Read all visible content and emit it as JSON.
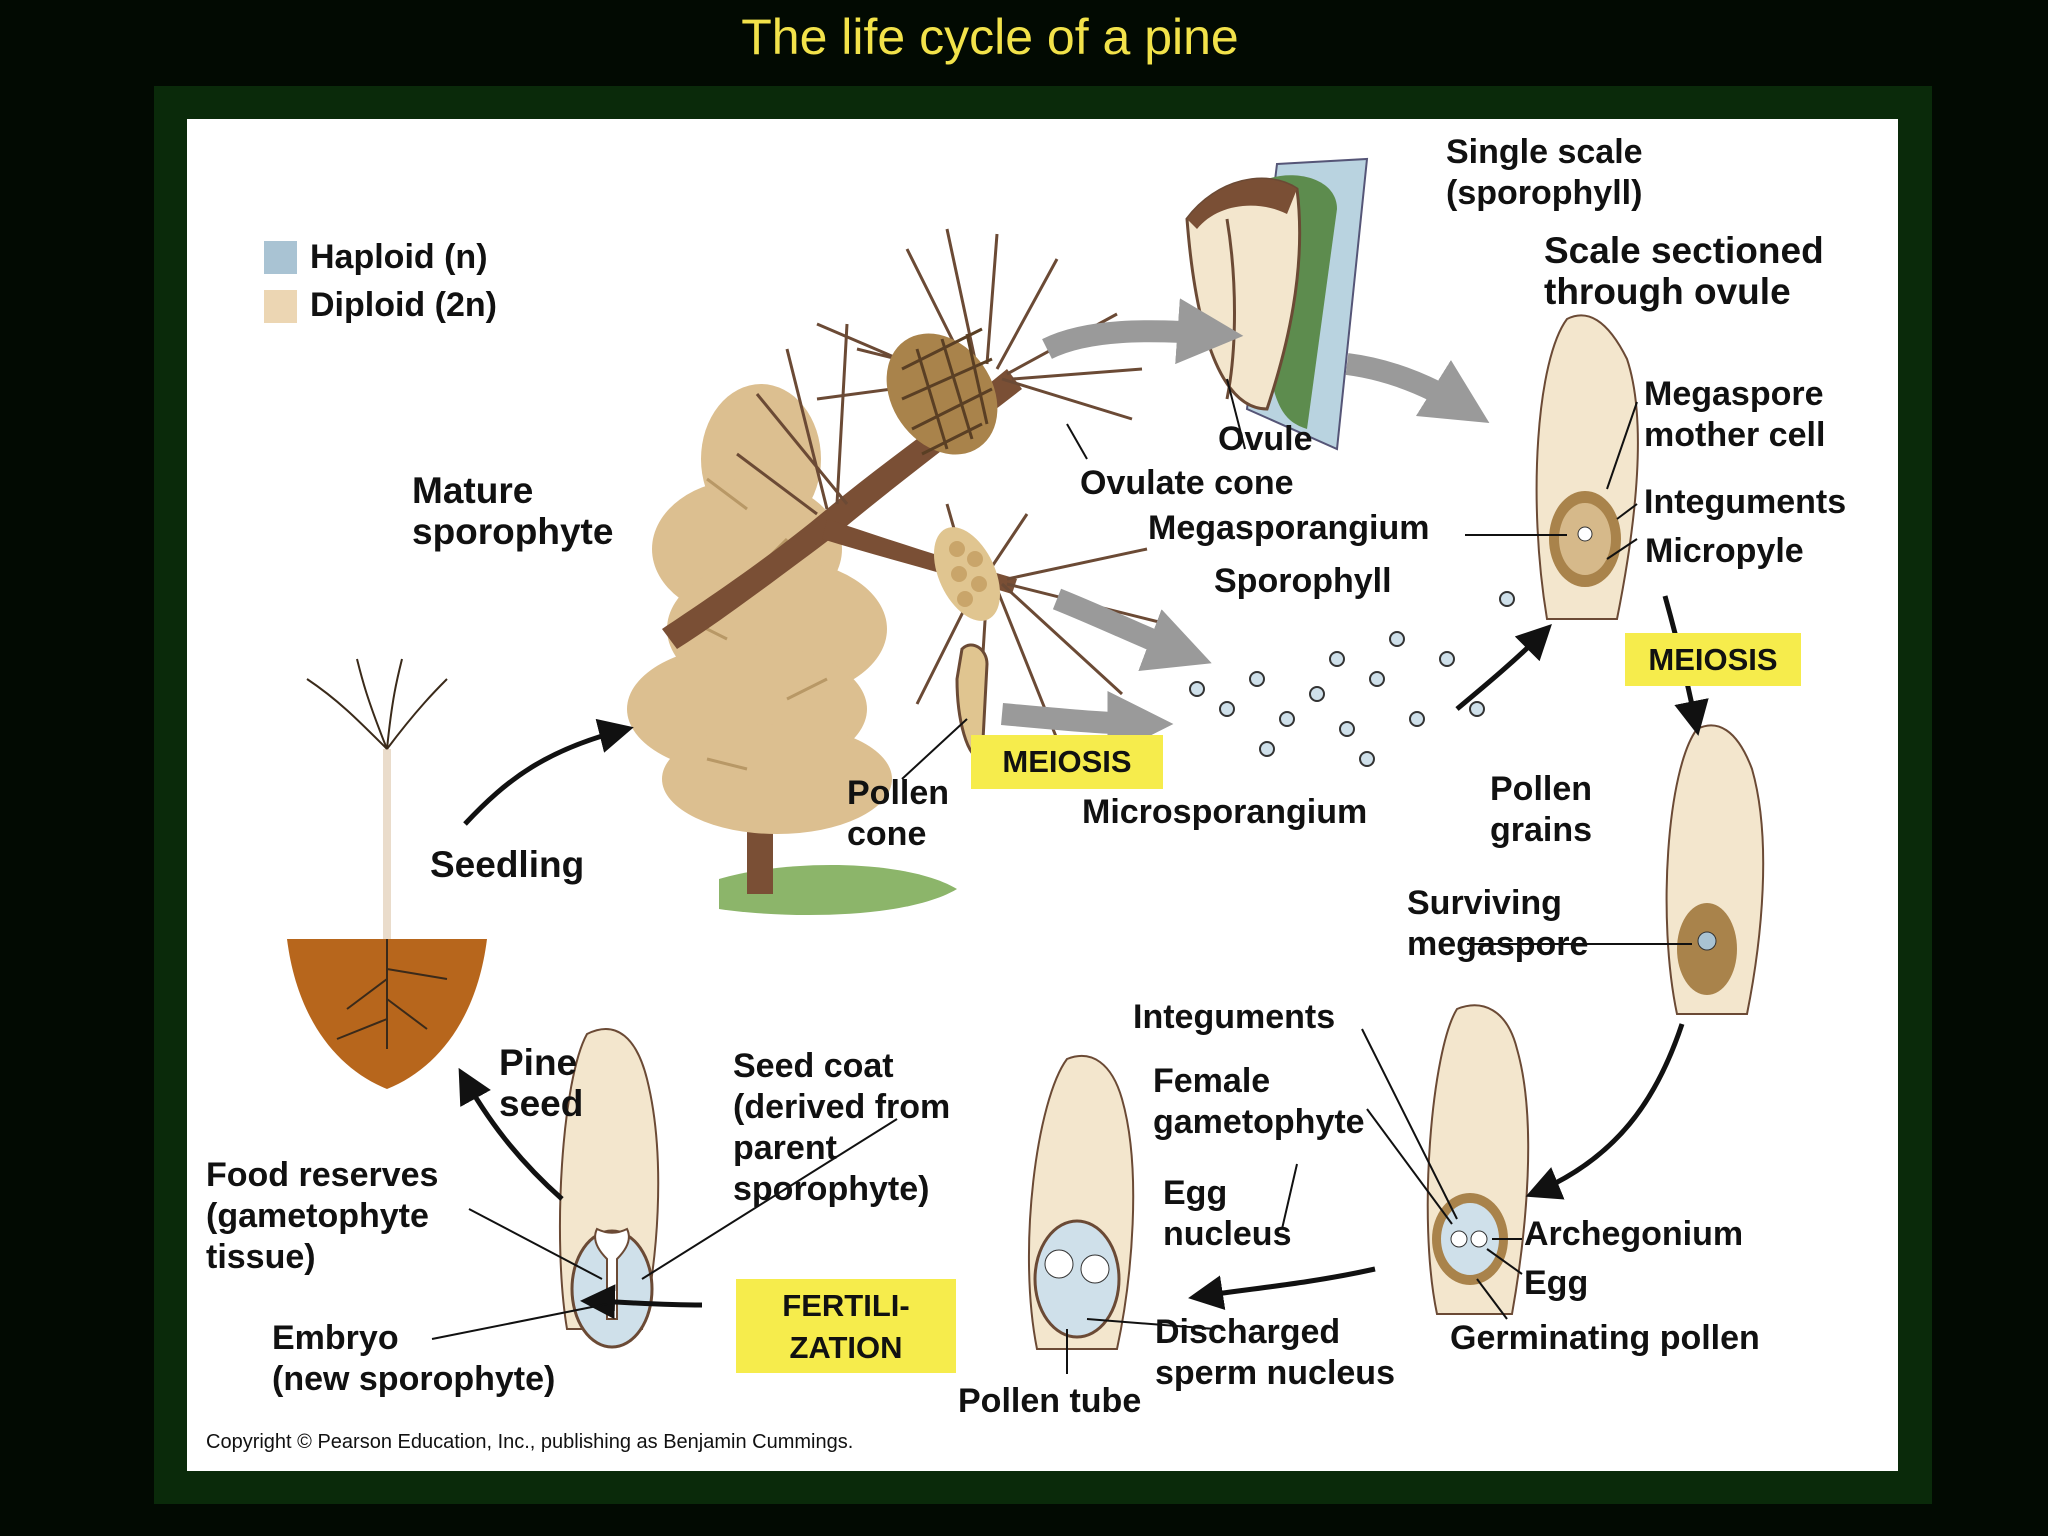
{
  "title": "The life cycle of a pine",
  "legend": {
    "haploid": "Haploid (n)",
    "diploid": "Diploid (2n)",
    "haploid_color": "#a9c3d3",
    "diploid_color": "#ecd6b3"
  },
  "labels": {
    "single_scale": "Single scale\n(sporophyll)",
    "scale_sectioned": "Scale sectioned\nthrough ovule",
    "mature_sporophyte": "Mature\nsporophyte",
    "ovule": "Ovule",
    "ovulate_cone": "Ovulate cone",
    "megasporangium": "Megasporangium",
    "megaspore_mother_cell": "Megaspore\nmother cell",
    "integuments_top": "Integuments",
    "micropyle": "Micropyle",
    "sporophyll": "Sporophyll",
    "pollen_cone": "Pollen\ncone",
    "microsporangium": "Microsporangium",
    "pollen_grains": "Pollen\ngrains",
    "seedling": "Seedling",
    "surviving_megaspore": "Surviving\nmegaspore",
    "integuments_bottom": "Integuments",
    "female_gametophyte": "Female\ngametophyte",
    "egg_nucleus": "Egg\nnucleus",
    "archegonium": "Archegonium",
    "egg": "Egg",
    "germinating_pollen": "Germinating pollen",
    "discharged_sperm": "Discharged\nsperm nucleus",
    "pollen_tube": "Pollen tube",
    "pine_seed": "Pine\nseed",
    "seed_coat": "Seed coat\n(derived from\nparent\nsporophyte)",
    "food_reserves": "Food reserves\n(gametophyte\ntissue)",
    "embryo": "Embryo\n(new sporophyte)"
  },
  "steps": {
    "meiosis_male": "MEIOSIS",
    "meiosis_female": "MEIOSIS",
    "fertilization": "FERTILI-\nZATION"
  },
  "copyright": "Copyright © Pearson Education, Inc., publishing as Benjamin Cummings."
}
